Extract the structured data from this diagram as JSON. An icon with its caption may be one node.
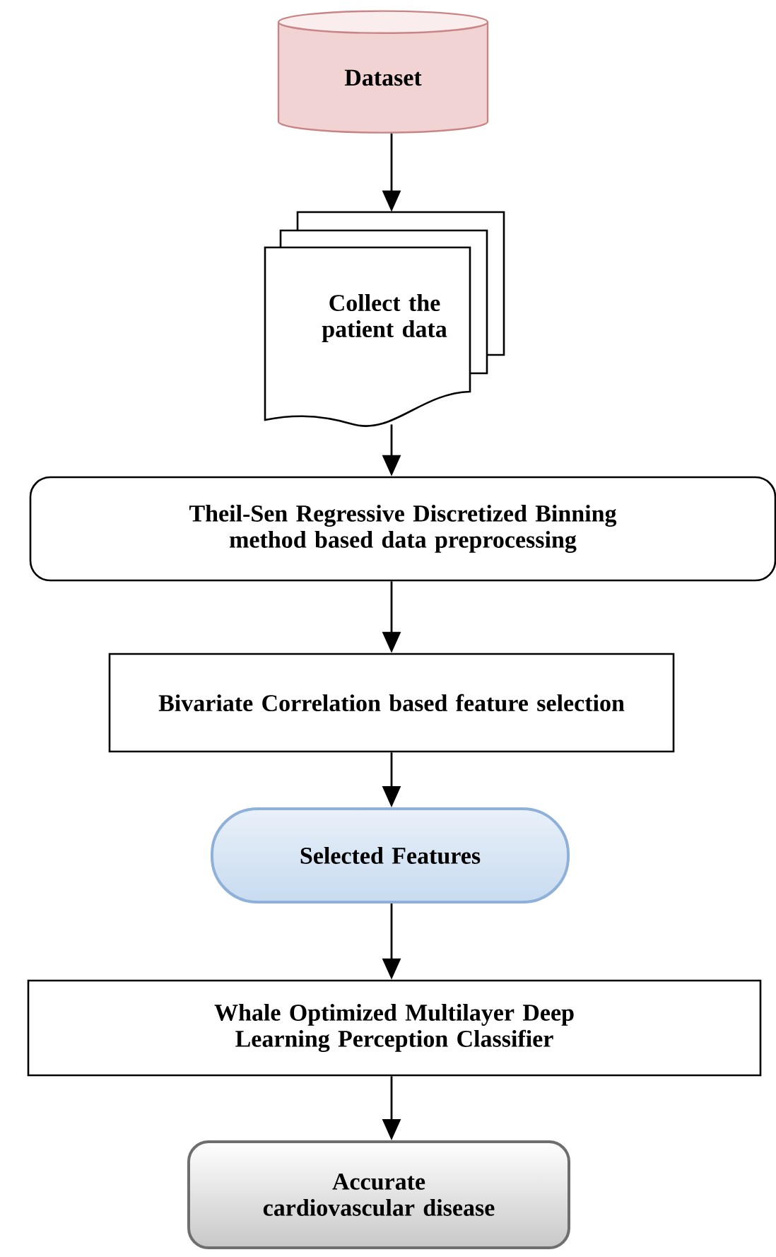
{
  "diagram": {
    "nodes": [
      {
        "text": [
          "Dataset"
        ]
      },
      {
        "text": [
          "Collect the patient data"
        ]
      },
      {
        "text": [
          "Theil-Sen Regressive Discretized Binning method based data preprocessing"
        ]
      },
      {
        "text": [
          "Bivariate Correlation based feature selection"
        ]
      },
      {
        "text": [
          "Selected Features"
        ]
      },
      {
        "text": [
          "Whale Optimized Multilayer Deep Learning Perception Classifier"
        ]
      },
      {
        "text": [
          "Accurate cardiovascular disease"
        ]
      }
    ],
    "edges": [
      {
        "from": 0,
        "to": 1,
        "arrow": "to"
      },
      {
        "from": 1,
        "to": 2,
        "arrow": "to"
      },
      {
        "from": 2,
        "to": 3,
        "arrow": "to"
      },
      {
        "from": 3,
        "to": 4,
        "arrow": "to"
      },
      {
        "from": 4,
        "to": 5,
        "arrow": "to"
      },
      {
        "from": 5,
        "to": 6,
        "arrow": "to"
      }
    ]
  }
}
